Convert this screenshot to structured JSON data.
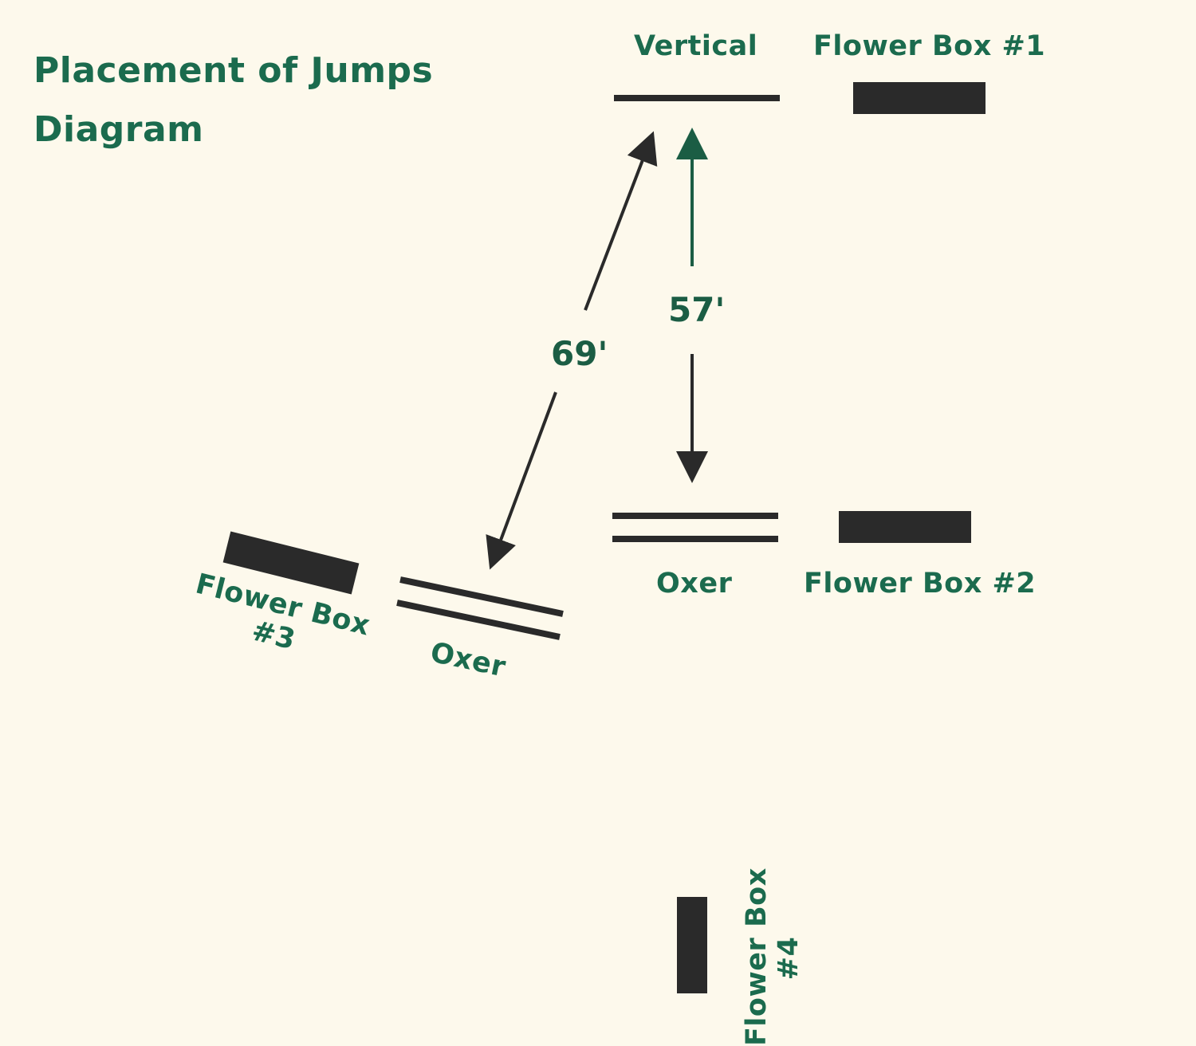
{
  "title": {
    "line1": "Placement of Jumps",
    "line2": "Diagram"
  },
  "jumps": {
    "vertical": {
      "label": "Vertical"
    },
    "oxer_right": {
      "label": "Oxer"
    },
    "oxer_left": {
      "label": "Oxer"
    }
  },
  "flower_boxes": {
    "fb1": {
      "label": "Flower Box #1"
    },
    "fb2": {
      "label": "Flower Box #2"
    },
    "fb3": {
      "line1": "Flower Box",
      "line2": "#3"
    },
    "fb4": {
      "line1": "Flower Box",
      "line2": "#4"
    }
  },
  "distances": {
    "vertical_to_oxer": "57'",
    "vertical_to_angled_oxer": "69'"
  },
  "colors": {
    "background": "#fdf9ec",
    "text": "#1b6b4e",
    "rails": "#2a2a2a",
    "arrow_green": "#1b5d44"
  }
}
